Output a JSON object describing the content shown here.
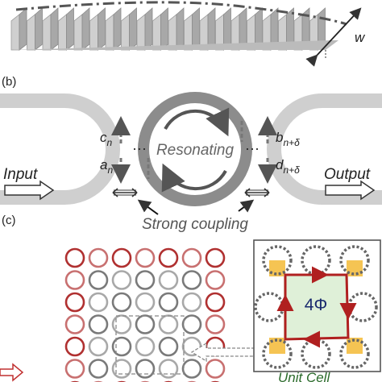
{
  "panels": {
    "b": {
      "label": "(b)"
    },
    "c": {
      "label": "(c)"
    }
  },
  "panel_a": {
    "width_label": "w"
  },
  "panel_b": {
    "cn": "c",
    "cn_sub": "n",
    "an": "a",
    "an_sub": "n",
    "bn": "b",
    "bn_sub": "n+δ",
    "dn": "d",
    "dn_sub": "n+δ",
    "resonating": "Resonating",
    "input": "Input",
    "output": "Output",
    "strong_coupling": "Strong coupling"
  },
  "panel_c": {
    "phase": "4Φ",
    "unit_cell": "Unit Cell"
  },
  "colors": {
    "waveguide": "#cfcfcf",
    "ring_dark": "#8a8a8a",
    "accent_red": "#b02020",
    "unit_fill": "#dff0d8",
    "unit_corner": "#f5c453",
    "text": "#222222"
  }
}
